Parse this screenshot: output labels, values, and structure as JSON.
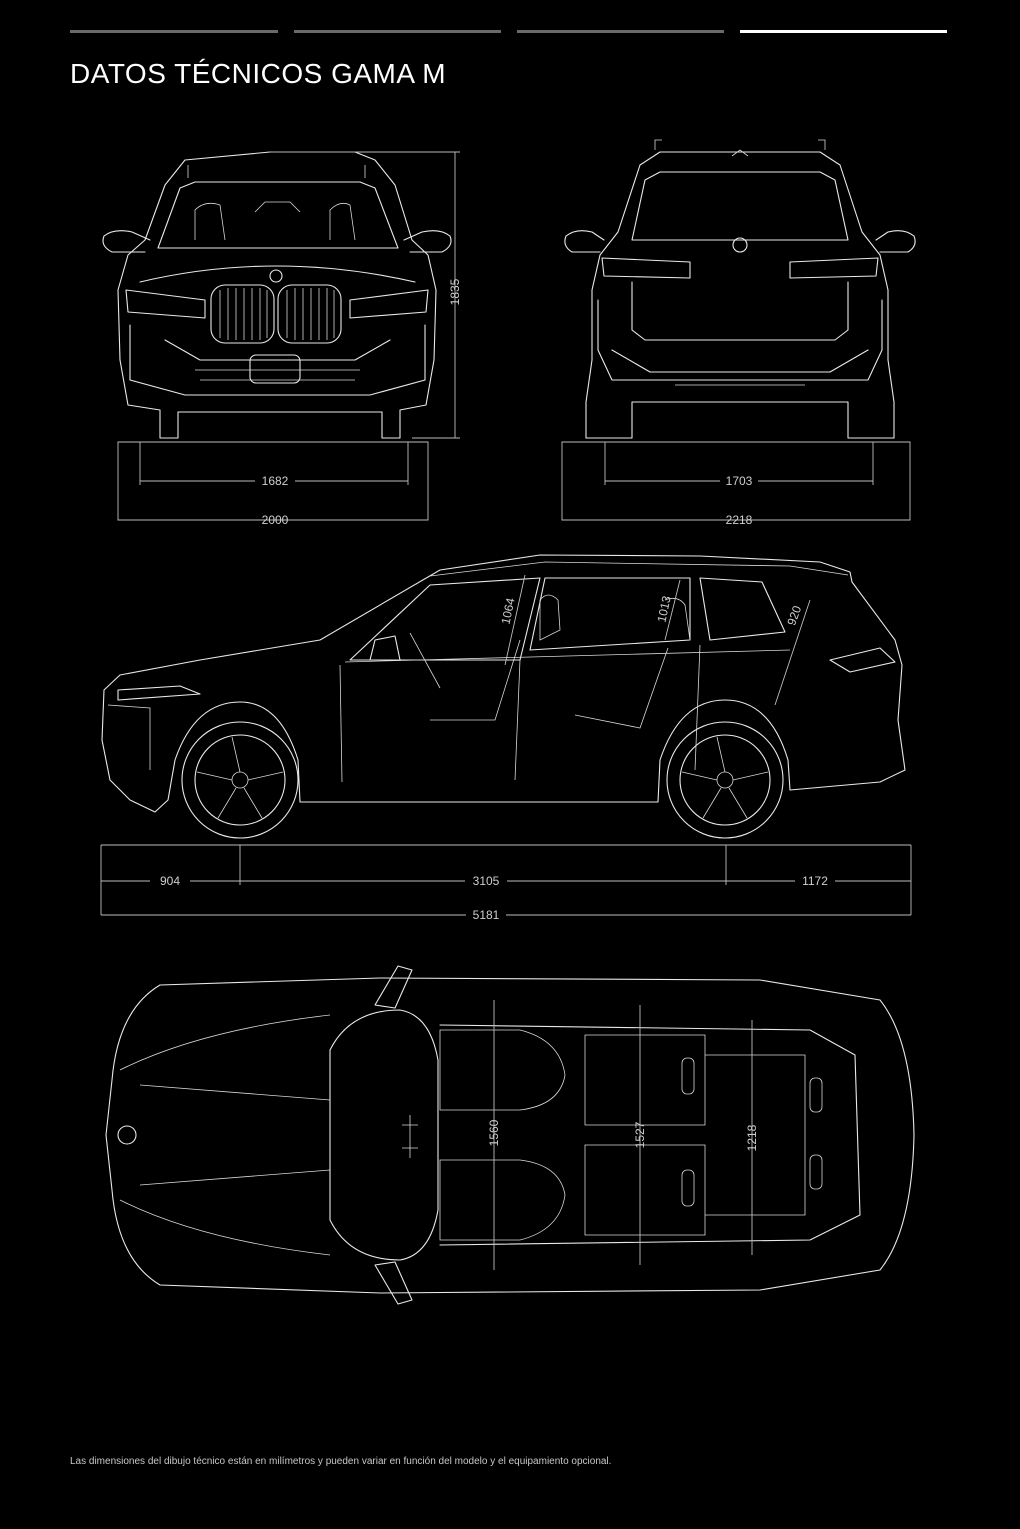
{
  "header": {
    "title": "DATOS TÉCNICOS GAMA M",
    "progress": {
      "total": 4,
      "active": 4,
      "active_color": "#ffffff",
      "inactive_color": "#6a6a6a"
    }
  },
  "front_view": {
    "track_front": "1682",
    "width_mirrors": "2000",
    "height": "1835"
  },
  "rear_view": {
    "track_rear": "1703",
    "width_mirrors_open": "2218"
  },
  "side_view": {
    "front_overhang": "904",
    "wheelbase": "3105",
    "rear_overhang": "1172",
    "length": "5181",
    "headroom_row1": "1064",
    "headroom_row2": "1013",
    "headroom_row3": "920"
  },
  "top_view": {
    "shoulder_width_row1": "1560",
    "shoulder_width_row2": "1527",
    "shoulder_width_row3": "1218"
  },
  "footnote": "Las dimensiones del dibujo técnico están en milímetros y pueden variar en función del modelo y el equipamiento opcional."
}
